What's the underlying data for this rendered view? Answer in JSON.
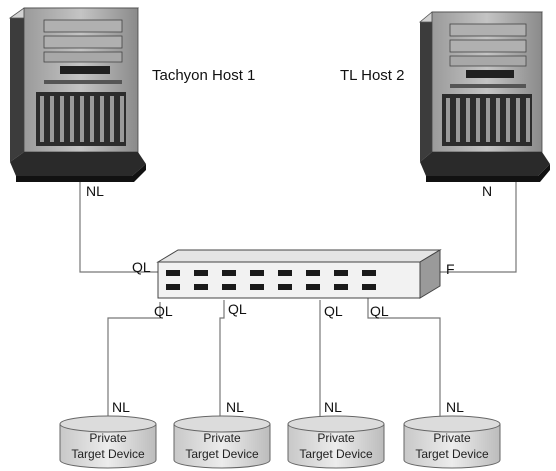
{
  "hosts": [
    {
      "label": "Tachyon Host 1",
      "port": "NL"
    },
    {
      "label": "TL Host 2",
      "port": "N"
    }
  ],
  "switch": {
    "host_ports": [
      "QL",
      "F"
    ],
    "device_ports": [
      "QL",
      "QL",
      "QL",
      "QL"
    ]
  },
  "devices": [
    {
      "line1": "Private",
      "line2": "Target Device",
      "port": "NL"
    },
    {
      "line1": "Private",
      "line2": "Target Device",
      "port": "NL"
    },
    {
      "line1": "Private",
      "line2": "Target Device",
      "port": "NL"
    },
    {
      "line1": "Private",
      "line2": "Target Device",
      "port": "NL"
    }
  ]
}
